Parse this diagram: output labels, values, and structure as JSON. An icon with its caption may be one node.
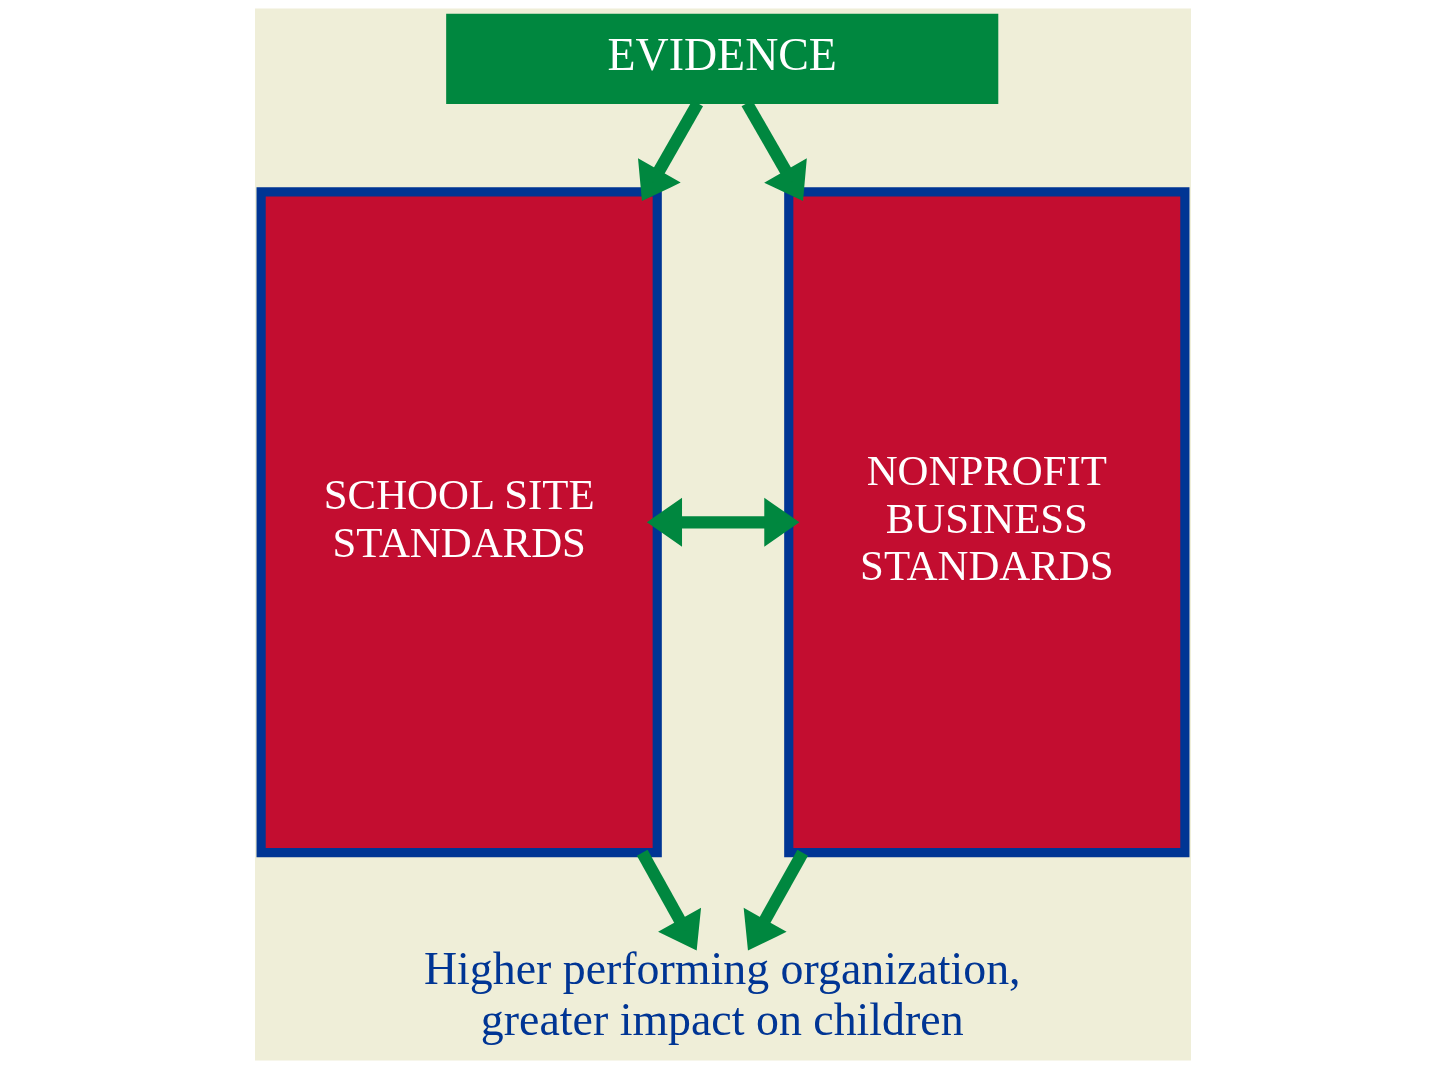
{
  "diagram": {
    "nodes": [
      {
        "text": [
          "EVIDENCE"
        ]
      },
      {
        "text": [
          "SCHOOL SITE STANDARDS"
        ]
      },
      {
        "text": [
          "NONPROFIT BUSINESS STANDARDS"
        ]
      },
      {
        "text": [
          "Higher performing organization, greater impact on children"
        ]
      }
    ],
    "edges": [
      {
        "from": 0,
        "to": 1,
        "arrow": "to"
      },
      {
        "from": 0,
        "to": 2,
        "arrow": "to"
      },
      {
        "from": 1,
        "to": 2,
        "arrow": "both"
      },
      {
        "from": 1,
        "to": 3,
        "arrow": "to"
      },
      {
        "from": 2,
        "to": 3,
        "arrow": "to"
      }
    ]
  }
}
